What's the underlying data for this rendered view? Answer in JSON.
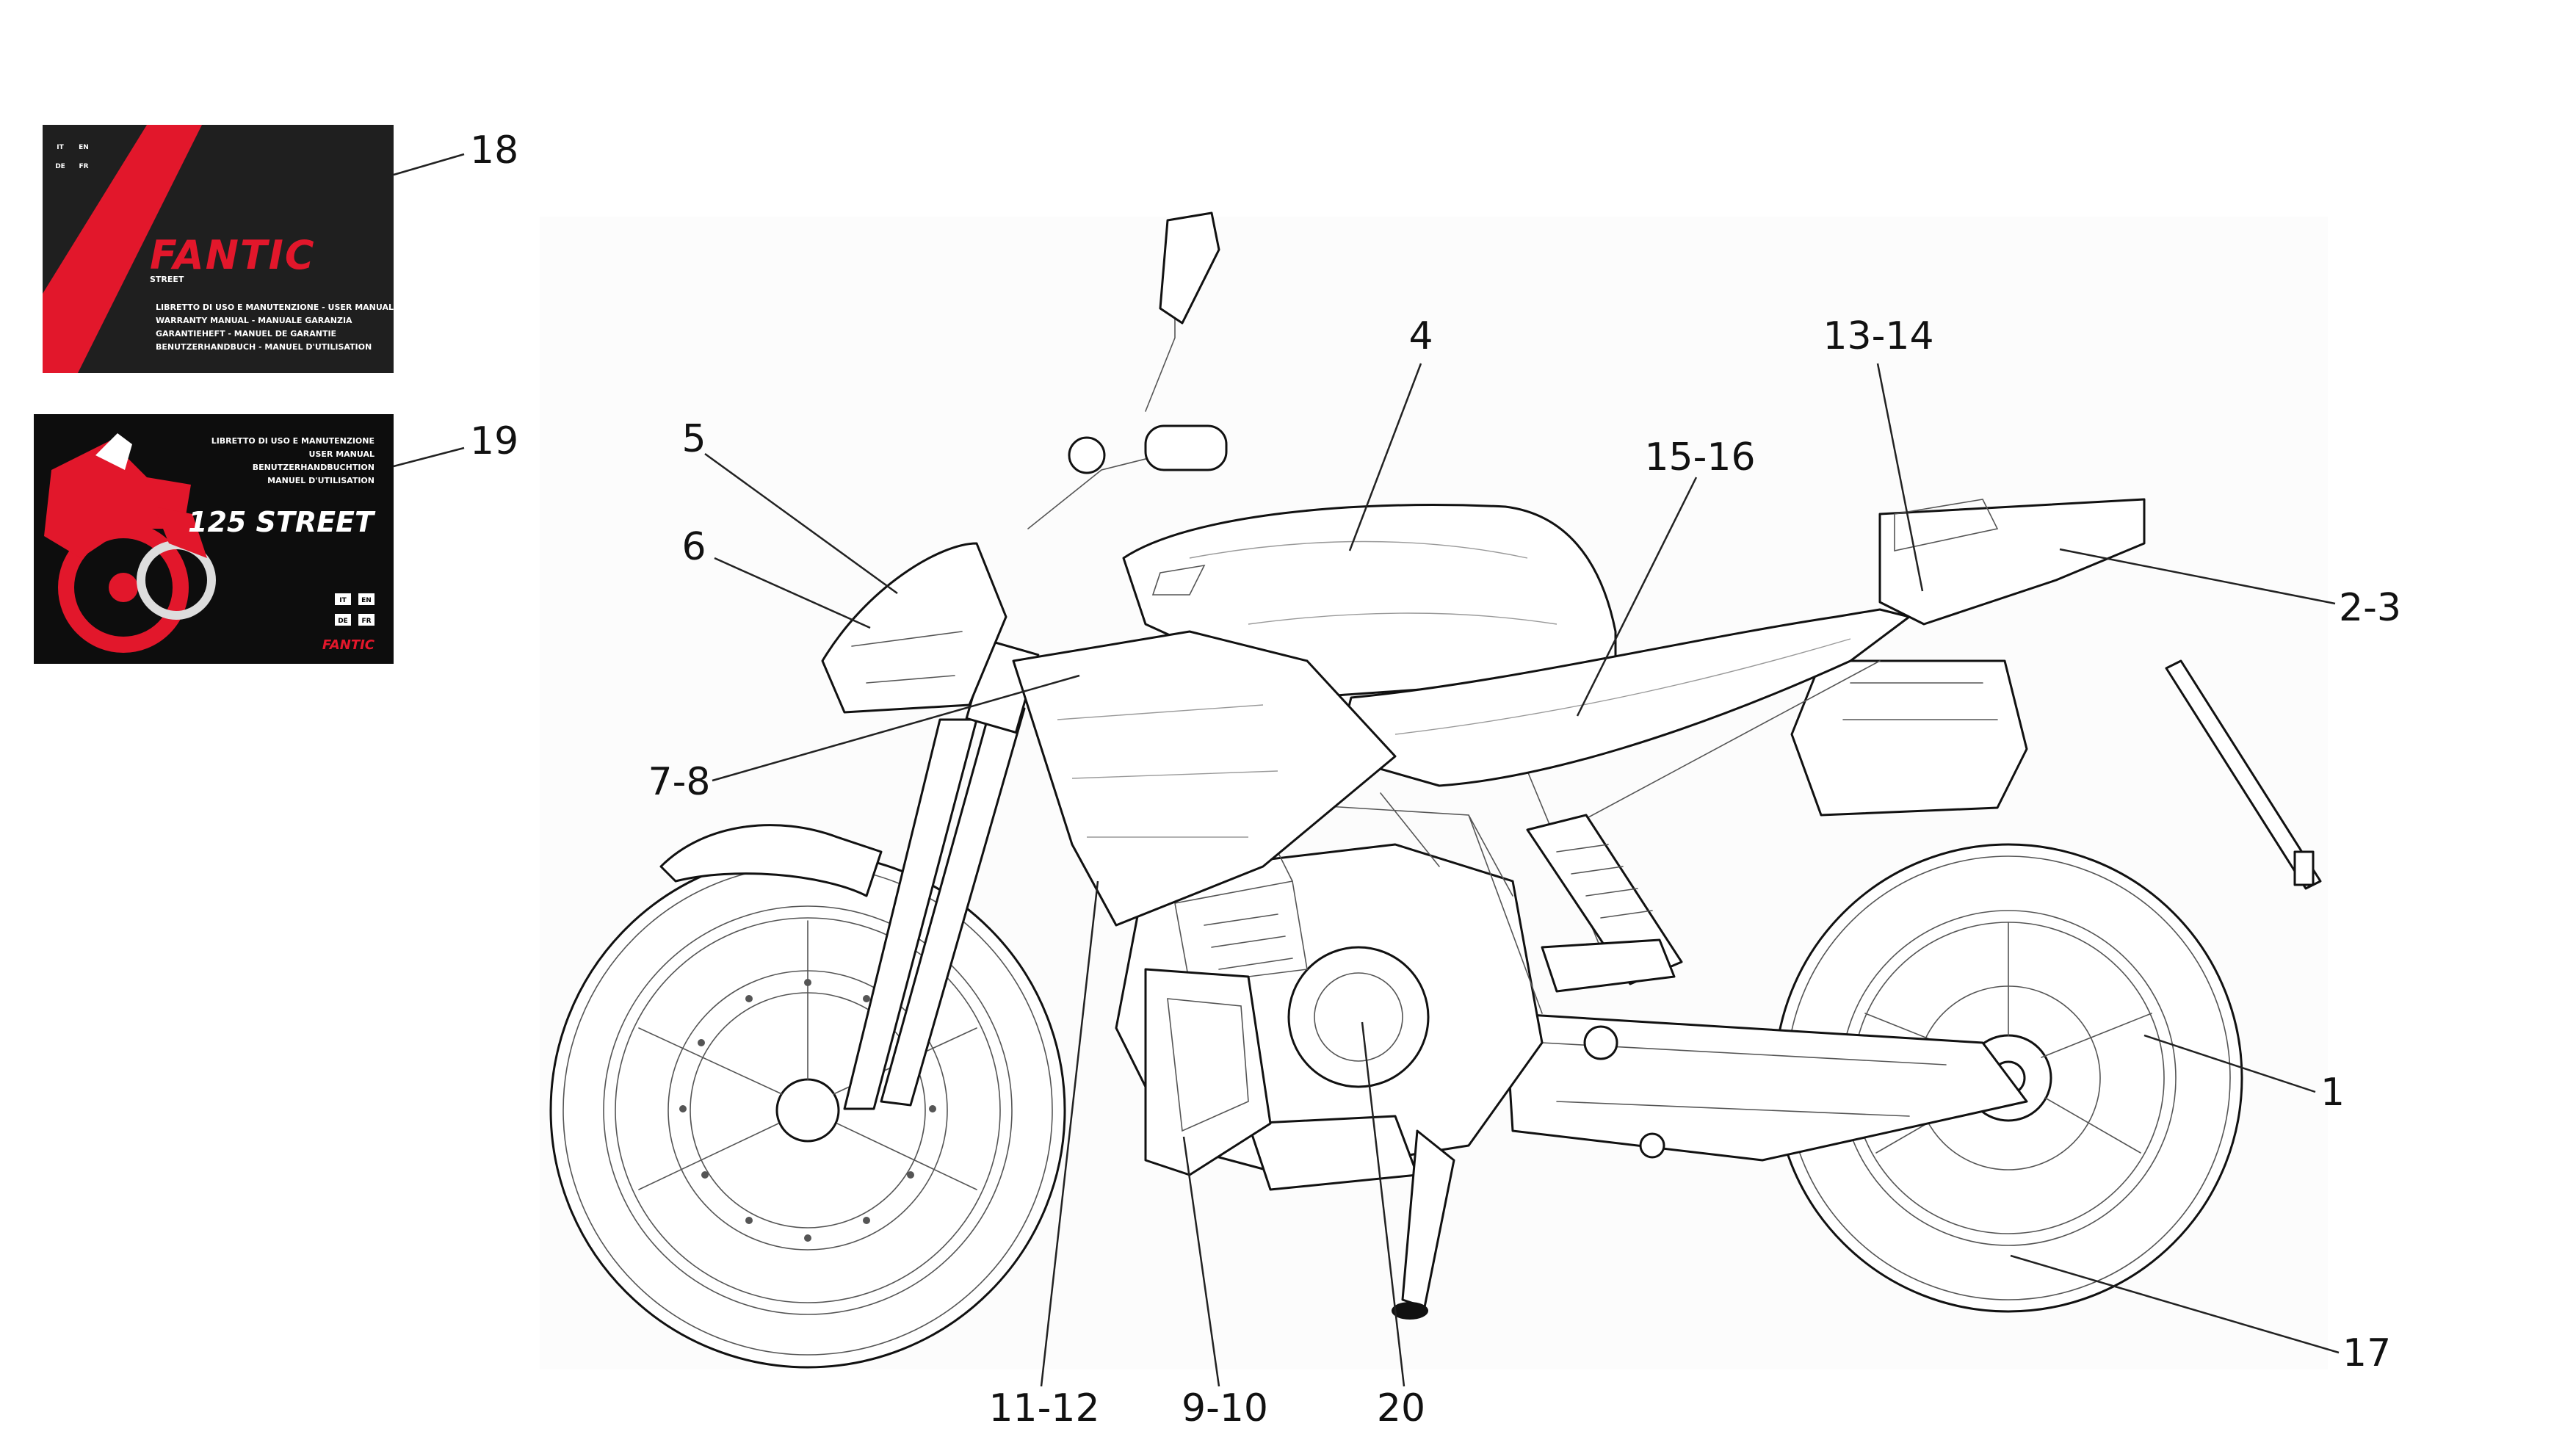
{
  "callouts": [
    {
      "id": "1",
      "label": "1"
    },
    {
      "id": "2-3",
      "label": "2-3"
    },
    {
      "id": "4",
      "label": "4"
    },
    {
      "id": "5",
      "label": "5"
    },
    {
      "id": "6",
      "label": "6"
    },
    {
      "id": "7-8",
      "label": "7-8"
    },
    {
      "id": "9-10",
      "label": "9-10"
    },
    {
      "id": "11-12",
      "label": "11-12"
    },
    {
      "id": "13-14",
      "label": "13-14"
    },
    {
      "id": "15-16",
      "label": "15-16"
    },
    {
      "id": "17",
      "label": "17"
    },
    {
      "id": "18",
      "label": "18"
    },
    {
      "id": "19",
      "label": "19"
    },
    {
      "id": "20",
      "label": "20"
    }
  ],
  "manual_18": {
    "languages": [
      "IT",
      "EN",
      "DE",
      "FR"
    ],
    "brand": "FANTIC",
    "model": "STREET",
    "lines": [
      "LIBRETTO DI USO E MANUTENZIONE - USER MANUAL",
      "WARRANTY MANUAL - MANUALE GARANZIA",
      "GARANTIEHEFT - MANUEL DE GARANTIE",
      "BENUTZERHANDBUCH  -  MANUEL D'UTILISATION"
    ]
  },
  "manual_19": {
    "lines": [
      "LIBRETTO DI USO E MANUTENZIONE",
      "USER MANUAL",
      "BENUTZERHANDBUCHTION",
      "MANUEL D'UTILISATION"
    ],
    "model": "125 STREET",
    "languages": [
      "IT",
      "EN",
      "DE",
      "FR"
    ],
    "brand": "FANTIC"
  },
  "colors": {
    "brand_red": "#e2172b",
    "booklet_dark": "#1f1f1f",
    "line": "#111111"
  }
}
